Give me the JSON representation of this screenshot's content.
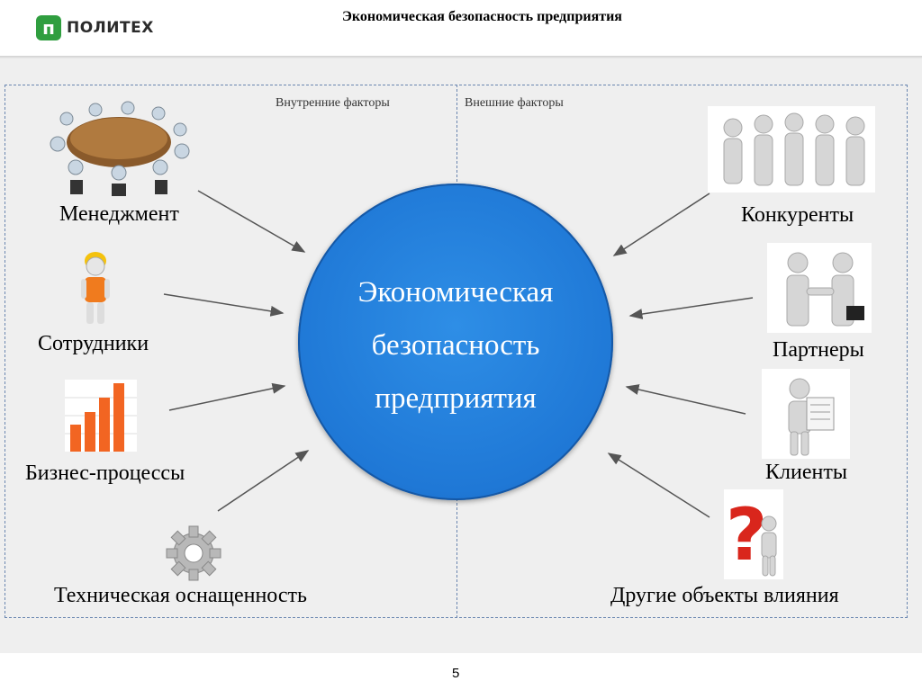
{
  "header": {
    "logo_mark": "п",
    "logo_text": "ПОЛИТЕХ",
    "title": "Экономическая безопасность предприятия"
  },
  "sections": {
    "internal": "Внутренние факторы",
    "external": "Внешние факторы"
  },
  "center": {
    "line1": "Экономическая",
    "line2": "безопасность",
    "line3": "предприятия"
  },
  "internal_factors": [
    {
      "label": "Менеджмент",
      "icon": "meeting-table-icon"
    },
    {
      "label": "Сотрудники",
      "icon": "worker-hardhat-icon"
    },
    {
      "label": "Бизнес-процессы",
      "icon": "bar-chart-icon"
    },
    {
      "label": "Техническая оснащенность",
      "icon": "gear-icon"
    }
  ],
  "external_factors": [
    {
      "label": "Конкуренты",
      "icon": "people-group-icon"
    },
    {
      "label": "Партнеры",
      "icon": "handshake-icon"
    },
    {
      "label": "Клиенты",
      "icon": "newspaper-reader-icon"
    },
    {
      "label": "Другие объекты влияния",
      "icon": "question-mark-icon"
    }
  ],
  "footer": {
    "page_number": "5"
  },
  "colors": {
    "circle": "#1f78d6",
    "logo": "#2f9e3f",
    "arrow": "#555555",
    "chart": "#f26522",
    "question": "#d9261c"
  }
}
